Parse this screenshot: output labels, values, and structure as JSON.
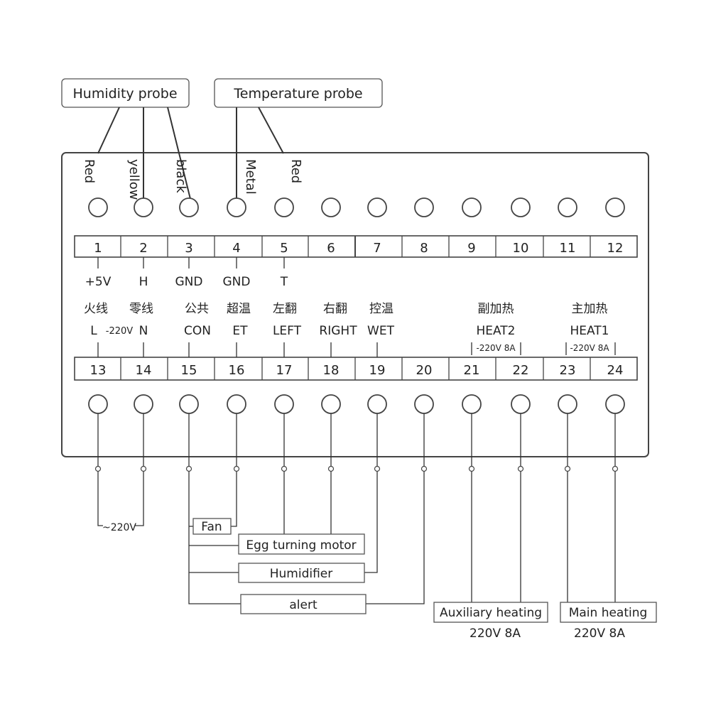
{
  "probes": {
    "humidity": "Humidity probe",
    "temperature": "Temperature probe"
  },
  "wire_labels": [
    "Red",
    "yellow",
    "black",
    "Metal",
    "Red"
  ],
  "top_terminals": [
    "1",
    "2",
    "3",
    "4",
    "5",
    "6",
    "7",
    "8",
    "9",
    "10",
    "11",
    "12"
  ],
  "top_signals": [
    "+5V",
    "H",
    "GND",
    "GND",
    "T"
  ],
  "bottom_chinese": [
    "火线",
    "零线",
    "公共",
    "超温",
    "左翻",
    "右翻",
    "控温"
  ],
  "bottom_signals": [
    "L",
    "N",
    "CON",
    "ET",
    "LEFT",
    "RIGHT",
    "WET"
  ],
  "supply_inline": "-220V",
  "heat2": {
    "chinese": "副加热",
    "name": "HEAT2",
    "rating": "-220V 8A"
  },
  "heat1": {
    "chinese": "主加热",
    "name": "HEAT1",
    "rating": "-220V 8A"
  },
  "bottom_terminals": [
    "13",
    "14",
    "15",
    "16",
    "17",
    "18",
    "19",
    "20",
    "21",
    "22",
    "23",
    "24"
  ],
  "supply_label": "~220V",
  "loads": {
    "fan": "Fan",
    "motor": "Egg turning motor",
    "humidifier": "Humidifier",
    "alert": "alert"
  },
  "aux_heating": {
    "label": "Auxiliary heating",
    "rating": "220V  8A"
  },
  "main_heating": {
    "label": "Main heating",
    "rating": "220V  8A"
  }
}
